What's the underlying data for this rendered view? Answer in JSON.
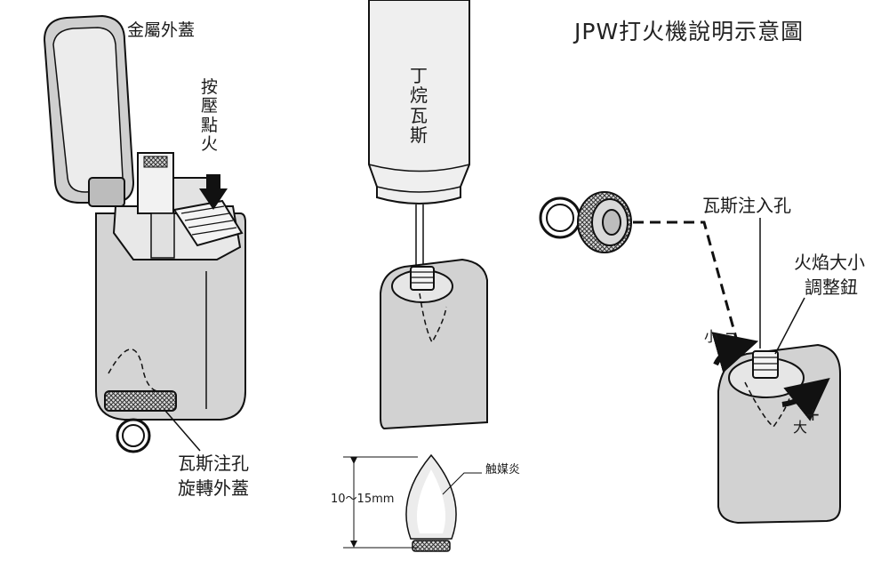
{
  "title": "JPW打火機說明示意圖",
  "labels": {
    "metal_cap": "金屬外蓋",
    "press_ignite": [
      "按",
      "壓",
      "點",
      "火"
    ],
    "butane_gas": [
      "丁",
      "烷",
      "瓦",
      "斯"
    ],
    "gas_hole_cap_line1": "瓦斯注孔",
    "gas_hole_cap_line2": "旋轉外蓋",
    "catalytic_flame": "触媒炎",
    "flame_height": "10〜15mm",
    "gas_inlet": "瓦斯注入孔",
    "flame_adjust_line1": "火焰大小",
    "flame_adjust_line2": "調整鈕",
    "small": "小",
    "minus": "−",
    "large": "大",
    "plus": "+"
  }
}
